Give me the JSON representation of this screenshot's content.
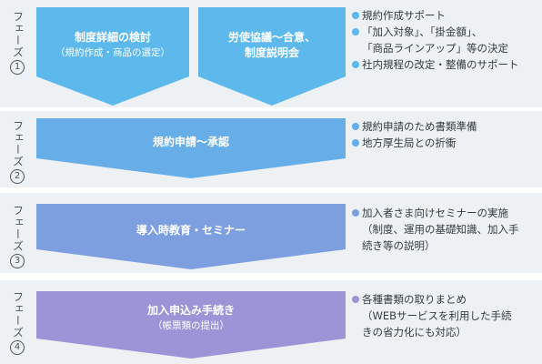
{
  "phases": [
    {
      "label": "フェーズ",
      "num": "1",
      "arrows": [
        {
          "title": "制度詳細の検討",
          "sub": "（規約作成・商品の選定）"
        },
        {
          "title": "労使協議～合意、\n制度説明会",
          "sub": ""
        }
      ],
      "notes": [
        [
          "規約作成サポート"
        ],
        [
          "「加入対象」、「掛金額」、",
          "「商品ラインアップ」等の決定"
        ],
        [
          "社内規程の改定・整備のサポート"
        ]
      ]
    },
    {
      "label": "フェーズ",
      "num": "2",
      "arrows": [
        {
          "title": "規約申請～承認",
          "sub": ""
        }
      ],
      "notes": [
        [
          "規約申請のため書類準備"
        ],
        [
          "地方厚生局との折衝"
        ]
      ]
    },
    {
      "label": "フェーズ",
      "num": "3",
      "arrows": [
        {
          "title": "導入時教育・セミナー",
          "sub": ""
        }
      ],
      "notes": [
        [
          "加入者さま向けセミナーの実施",
          "（制度、運用の基礎知識、加入手",
          "続き等の説明）"
        ]
      ]
    },
    {
      "label": "フェーズ",
      "num": "4",
      "arrows": [
        {
          "title": "加入申込み手続き",
          "sub": "（帳票類の提出）"
        }
      ],
      "notes": [
        [
          "各種書類の取りまとめ",
          "（WEBサービスを利用した手続",
          "きの省力化にも対応）"
        ]
      ]
    }
  ],
  "colors": {
    "phase1": "#5db8ec",
    "phase2": "#67aee8",
    "phase3": "#7d9fe0",
    "phase4": "#9b94d6",
    "band": "#eef1f4"
  }
}
